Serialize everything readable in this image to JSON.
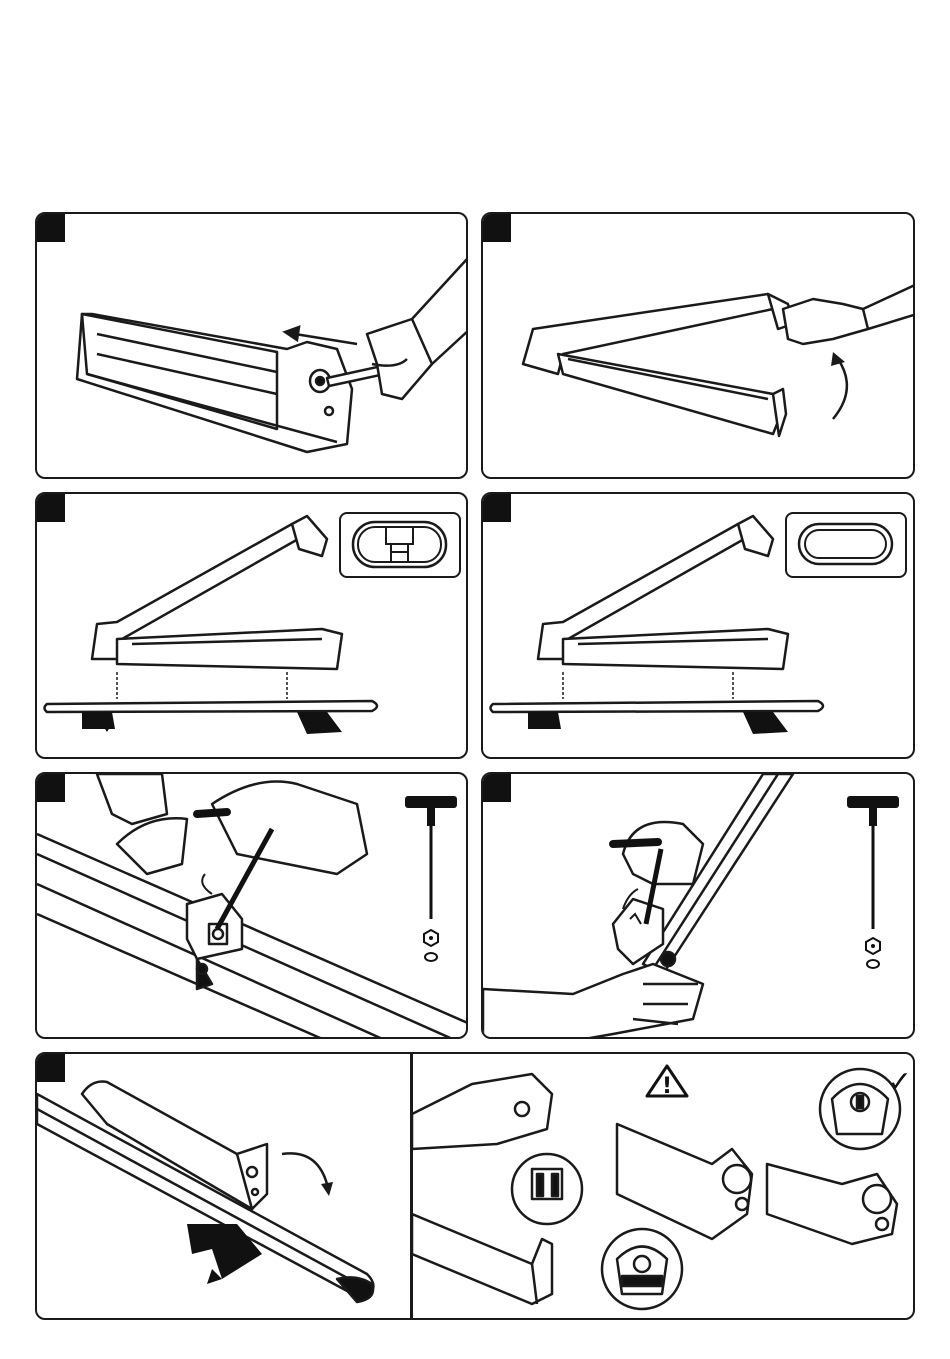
{
  "document": {
    "type": "installation instructions",
    "panels": [
      {
        "id": "step-1",
        "caption": ""
      },
      {
        "id": "step-2",
        "caption": ""
      },
      {
        "id": "step-3",
        "caption": ""
      },
      {
        "id": "step-4",
        "caption": ""
      },
      {
        "id": "step-5",
        "caption": ""
      },
      {
        "id": "step-6",
        "caption": ""
      },
      {
        "id": "step-7",
        "caption": ""
      },
      {
        "id": "warning-panel",
        "caption": ""
      }
    ],
    "warning_symbol": "!",
    "check_symbol": "✓",
    "icons": {
      "warning": "warning-triangle-icon",
      "check": "checkmark-icon",
      "tool": "t-handle-key-icon",
      "nut": "hex-nut-icon",
      "washer": "washer-icon",
      "arrow": "arrow-icon"
    },
    "colors": {
      "line": "#1a1a1a",
      "fill": "#ffffff",
      "dark": "#111111",
      "shade": "#d9d9d9"
    }
  }
}
